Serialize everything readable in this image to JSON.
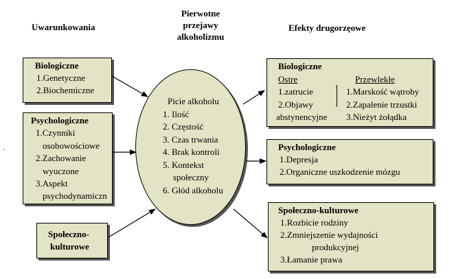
{
  "headings": {
    "left": "Uwarunkowania",
    "center": [
      "Pierwotne",
      "przejawy",
      "alkoholizmu"
    ],
    "right": "Efekty drugorzęowe"
  },
  "left_boxes": {
    "biological": {
      "title": "Biologiczne",
      "items": [
        "1.Genetyczne",
        "2.Biochemiczne"
      ]
    },
    "psychological": {
      "title": "Psychologiczne",
      "items": [
        "1.Czynniki",
        "osobowościowe",
        "2.Zachowanie",
        "wyuczone",
        "3.Aspekt",
        "psychodynamiczn"
      ]
    },
    "sociocultural": {
      "title": [
        "Społeczno-",
        "kulturowe"
      ]
    }
  },
  "center": {
    "title": "Picie alkoholu",
    "items": [
      "1. Ilość",
      "2. Częstość",
      "3. Czas trwania",
      "4. Brak kontroli",
      "5. Kontekst",
      "społeczny",
      "6. Głód alkoholu"
    ]
  },
  "right_boxes": {
    "biological": {
      "title": "Biologiczne",
      "acute": {
        "label": "Ostre",
        "items": [
          "1.zatrucie",
          "2.Objawy",
          "abstynencyjne"
        ]
      },
      "chronic": {
        "label": "Przewlekłe",
        "items": [
          "1.Marskość wątroby",
          "2.Zapalenie trzustki",
          "3.Nieżyt żołądka"
        ]
      }
    },
    "psychological": {
      "title": "Psychologiczne",
      "items": [
        "1.Depresja",
        "2.Organiczne uszkodzenie mózgu"
      ]
    },
    "sociocultural": {
      "title": "Społeczno-kulturowe",
      "items": [
        "1.Rozbicie rodziny",
        "2.Zmniejszenie wydajności",
        "produkcyjnej",
        "3.Łamanie prawa"
      ]
    }
  },
  "stray_mark": "."
}
